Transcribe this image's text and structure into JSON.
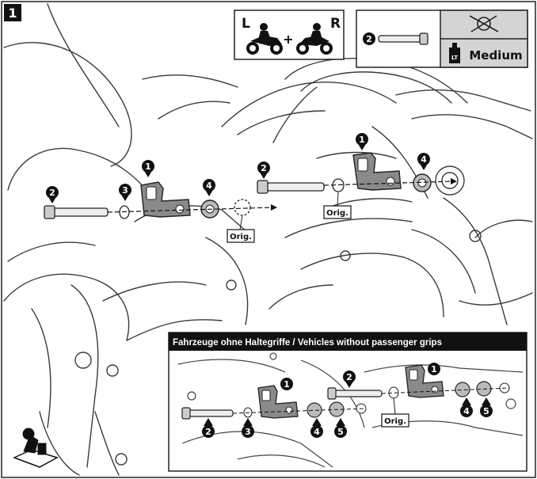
{
  "step_number": "1",
  "side_legend": {
    "left": "L",
    "right": "R",
    "plus": "+"
  },
  "torque_box": {
    "part_number": "2",
    "threadlocker": "Medium",
    "lt_label": "LT"
  },
  "main_callouts": {
    "p1a": "1",
    "p2a": "2",
    "p3a": "3",
    "p4a": "4",
    "p1b": "1",
    "p2b": "2",
    "p4b": "4"
  },
  "orig_label": "Orig.",
  "inset": {
    "title": "Fahrzeuge ohne Haltegriffe  /  Vehicles without passenger grips",
    "callouts": {
      "p1a": "1",
      "p2a": "2",
      "p3a": "3",
      "p4a": "4",
      "p5a": "5",
      "p1b": "1",
      "p2b": "2",
      "p4b": "4",
      "p5b": "5"
    }
  },
  "colors": {
    "ink": "#1a1a1a",
    "bracket": "#8a8a8a",
    "accent": "#555555"
  }
}
